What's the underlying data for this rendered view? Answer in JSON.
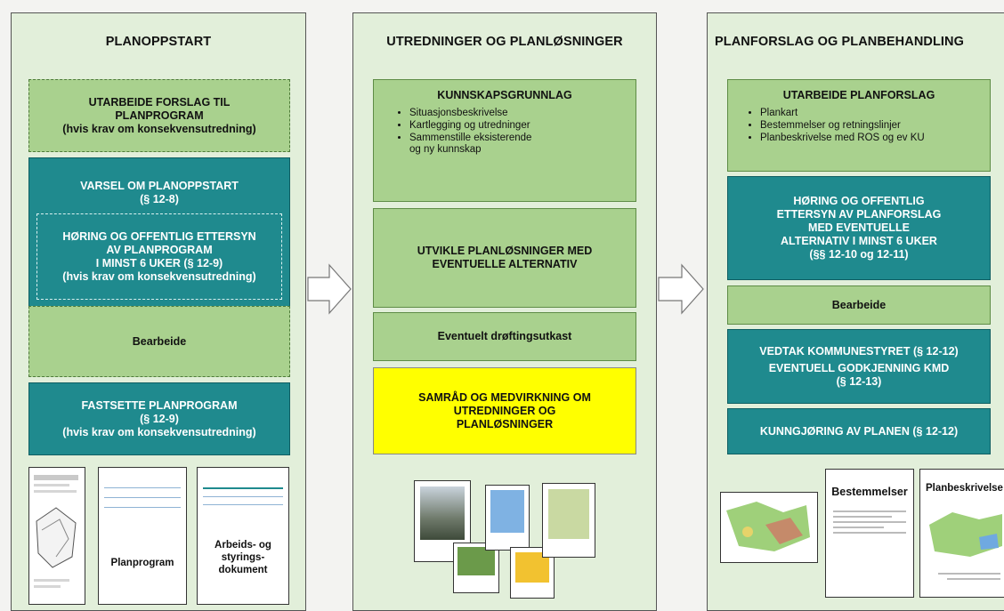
{
  "columns": [
    {
      "title": "PLANOPPSTART",
      "boxes": {
        "forslag": {
          "l1": "UTARBEIDE FORSLAG TIL",
          "l2": "PLANPROGRAM",
          "l3": "(hvis krav om konsekvensutredning)"
        },
        "varsel": {
          "l1": "VARSEL OM PLANOPPSTART",
          "l2": "(§ 12-8)"
        },
        "horing": {
          "l1": "HØRING OG OFFENTLIG ETTERSYN",
          "l2": "AV PLANPROGRAM",
          "l3": "I MINST 6 UKER (§ 12-9)",
          "l4": "(hvis krav om konsekvensutredning)"
        },
        "bearbeide": "Bearbeide",
        "fastsette": {
          "l1": "FASTSETTE PLANPROGRAM",
          "l2": "(§ 12-9)",
          "l3": "(hvis krav om konsekvensutredning)"
        }
      },
      "documents": {
        "d2": "Planprogram",
        "d3a": "Arbeids- og",
        "d3b": "styrings-",
        "d3c": "dokument"
      }
    },
    {
      "title": "UTREDNINGER OG PLANLØSNINGER",
      "boxes": {
        "kunnskap": {
          "head": "KUNNSKAPSGRUNNLAG",
          "bullets": [
            "Situasjonsbeskrivelse",
            "Kartlegging og utredninger",
            "Sammenstille eksisterende og ny kunnskap"
          ]
        },
        "utvikle": {
          "l1": "UTVIKLE PLANLØSNINGER MED",
          "l2": "EVENTUELLE ALTERNATIV"
        },
        "drofting": "Eventuelt drøftingsutkast",
        "samrad": {
          "l1": "SAMRÅD OG MEDVIRKNING OM",
          "l2": "UTREDNINGER OG",
          "l3": "PLANLØSNINGER"
        }
      }
    },
    {
      "title": "PLANFORSLAG OG PLANBEHANDLING",
      "boxes": {
        "utarbeide": {
          "head": "UTARBEIDE PLANFORSLAG",
          "bullets": [
            "Plankart",
            "Bestemmelser og retningslinjer",
            "Planbeskrivelse med ROS og ev KU"
          ]
        },
        "horing": {
          "l1": "HØRING OG OFFENTLIG",
          "l2": "ETTERSYN AV PLANFORSLAG",
          "l3": "MED EVENTUELLE",
          "l4": "ALTERNATIV I MINST 6 UKER",
          "l5": "(§§ 12-10 og 12-11)"
        },
        "bearbeide": "Bearbeide",
        "vedtak": {
          "l1": "VEDTAK KOMMUNESTYRET (§ 12-12)",
          "l2": "EVENTUELL GODKJENNING KMD",
          "l3": "(§ 12-13)"
        },
        "kunngjoring": "KUNNGJØRING AV PLANEN (§ 12-12)"
      },
      "documents": {
        "d2": "Bestemmelser",
        "d3": "Planbeskrivelse"
      }
    }
  ],
  "colors": {
    "light_green": "#a9d18e",
    "teal": "#1f8a8e",
    "yellow": "#ffff00",
    "panel": "#e2efda"
  }
}
